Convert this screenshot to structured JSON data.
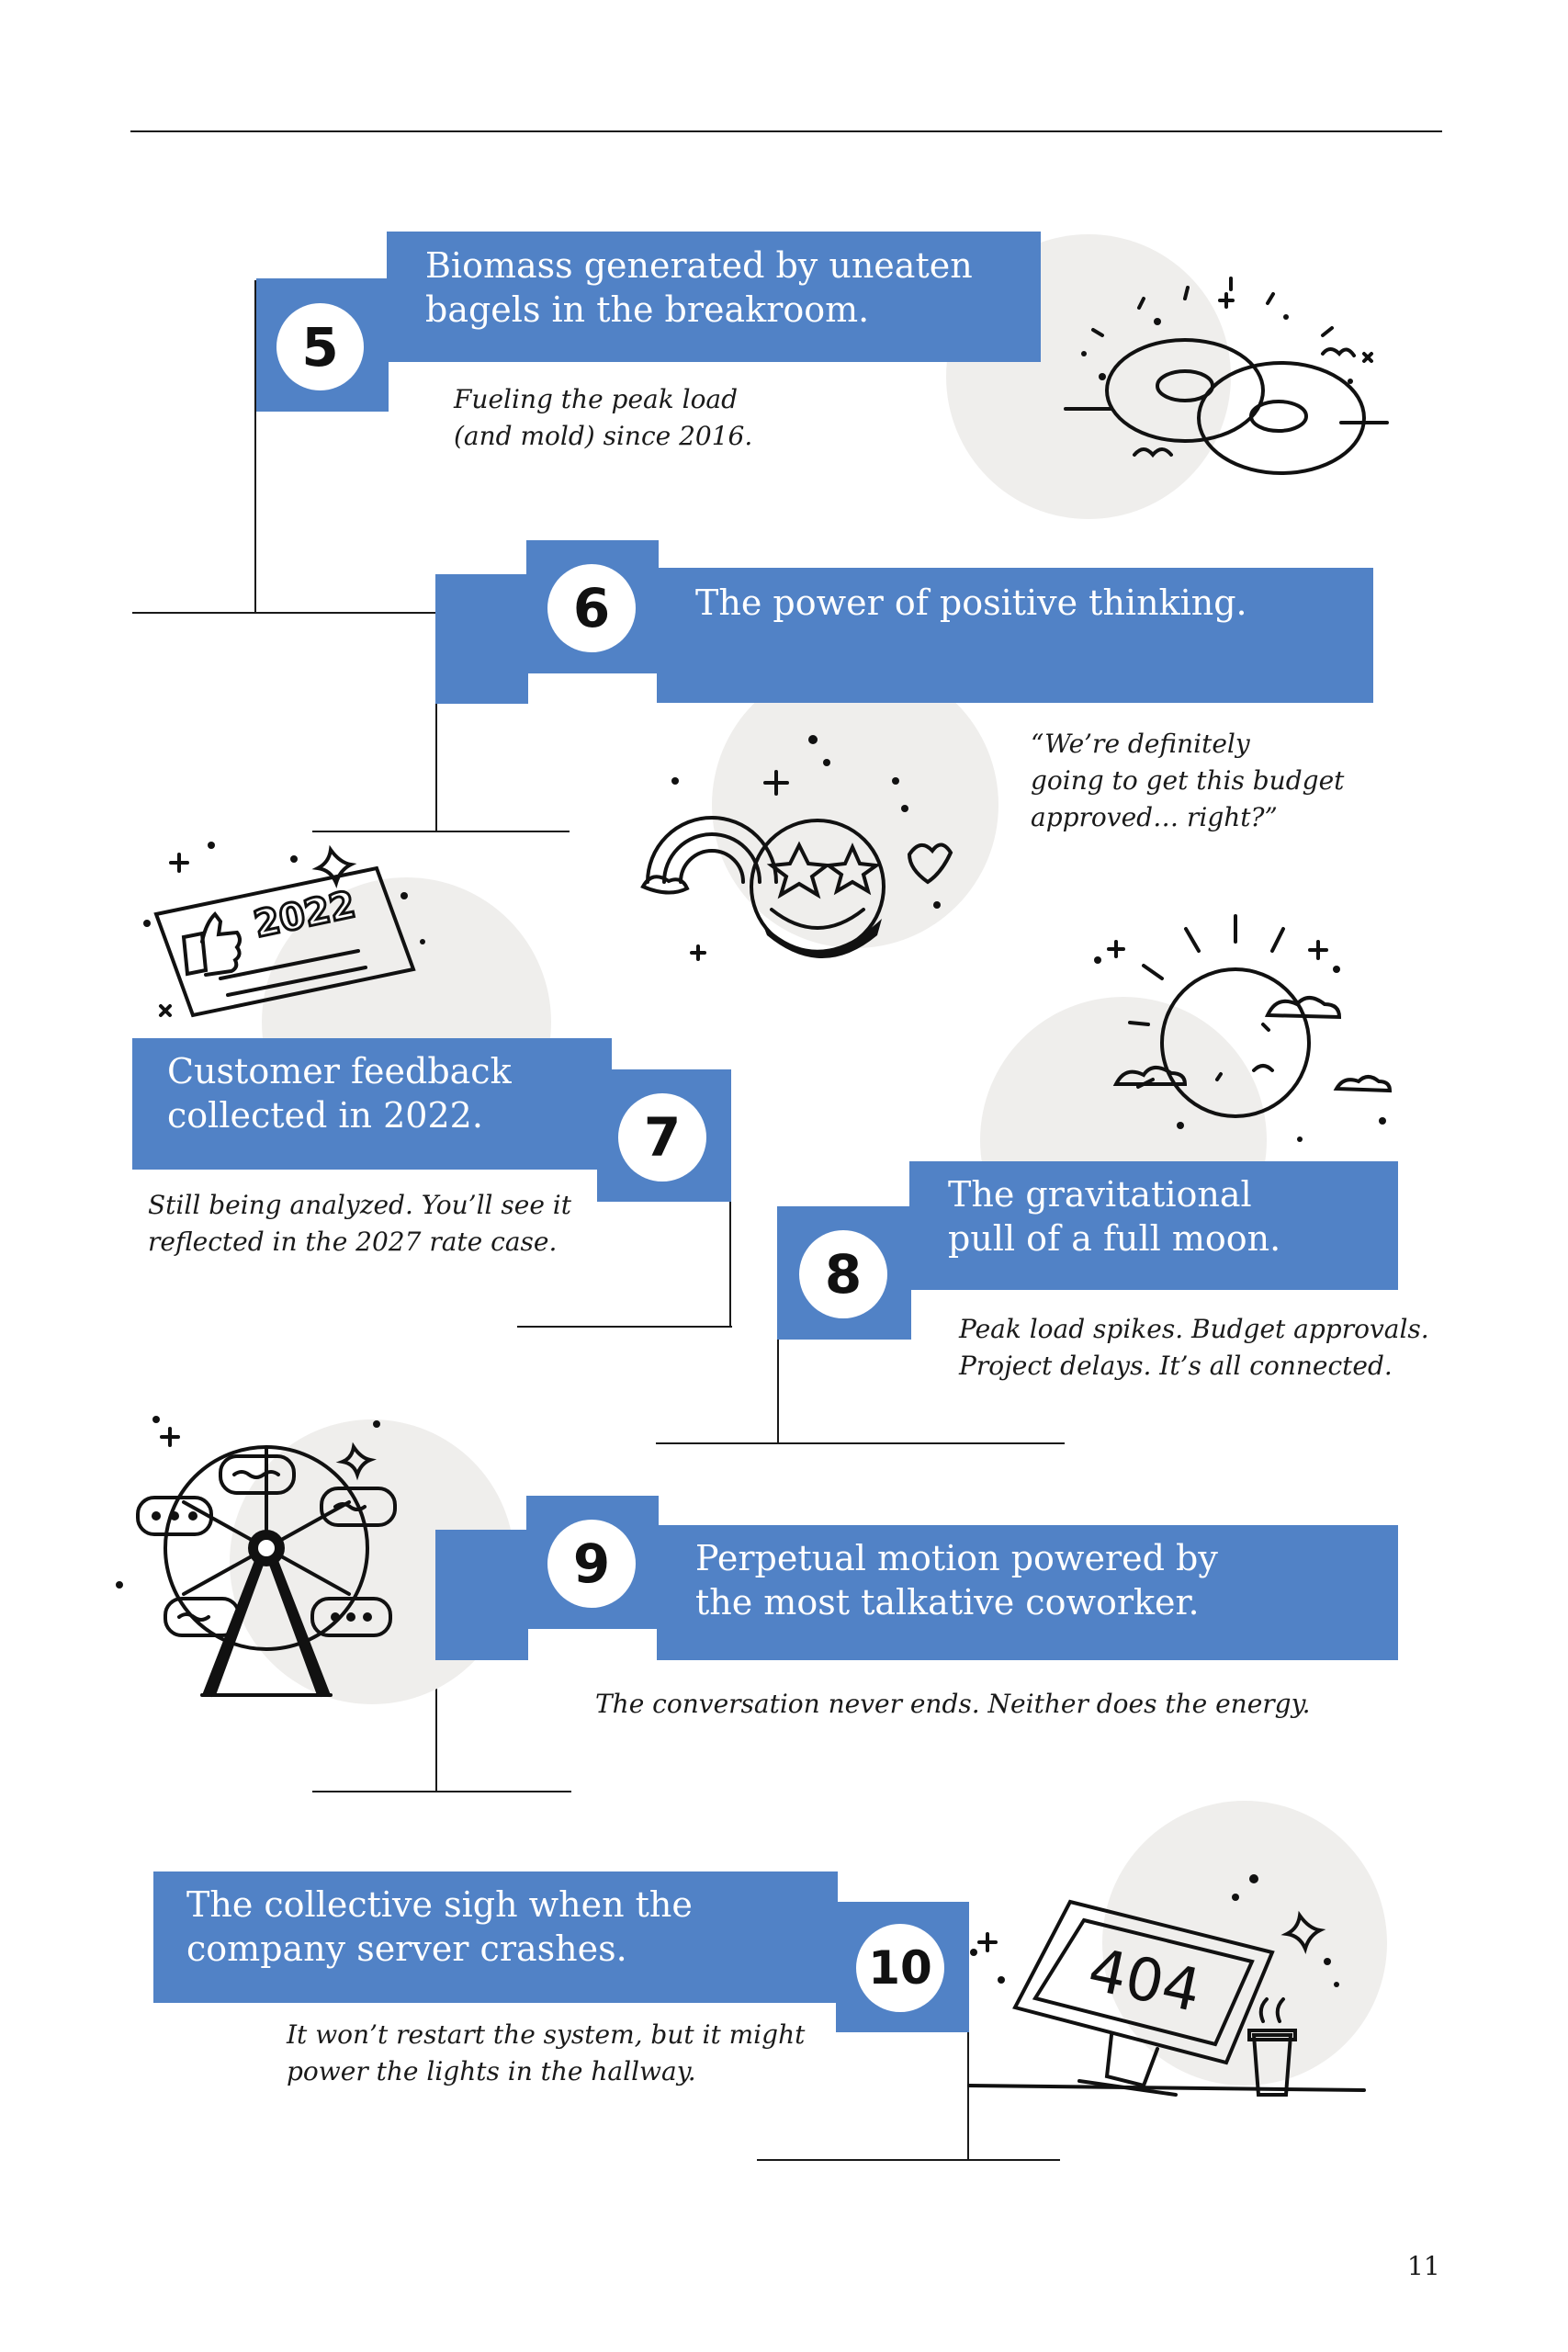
{
  "items": [
    {
      "number": "5",
      "title": [
        "Biomass generated by uneaten",
        "bagels in the breakroom."
      ],
      "caption": [
        "Fueling the peak load",
        "(and mold) since 2016."
      ],
      "illustration": "bagels-icon"
    },
    {
      "number": "6",
      "title": [
        "The power of positive thinking."
      ],
      "caption": [
        "“We’re definitely",
        "going to get this budget",
        "approved… right?”"
      ],
      "illustration": "happy-face-rainbow-icon"
    },
    {
      "number": "7",
      "title": [
        "Customer feedback",
        "collected in 2022."
      ],
      "caption": [
        "Still being analyzed. You’ll see it",
        "reflected in the 2027 rate case."
      ],
      "illustration": "feedback-card-2022-icon",
      "card_text": "2022"
    },
    {
      "number": "8",
      "title": [
        "The gravitational",
        "pull of a full moon."
      ],
      "caption": [
        "Peak load spikes. Budget approvals.",
        "Project delays. It’s all connected."
      ],
      "illustration": "full-moon-icon"
    },
    {
      "number": "9",
      "title": [
        "Perpetual motion powered by",
        "the most talkative coworker."
      ],
      "caption": [
        "The conversation never ends. Neither does the energy."
      ],
      "illustration": "ferris-wheel-chat-icon"
    },
    {
      "number": "10",
      "title": [
        "The collective sigh when the",
        "company server crashes."
      ],
      "caption": [
        "It won’t restart the system, but it might",
        "power the lights in the hallway."
      ],
      "illustration": "server-404-monitor-icon",
      "screen_text": "404"
    }
  ],
  "page_number": "11",
  "colors": {
    "accent": "#5182c6",
    "ink": "#1a1a1a",
    "circle": "#efeeec"
  }
}
